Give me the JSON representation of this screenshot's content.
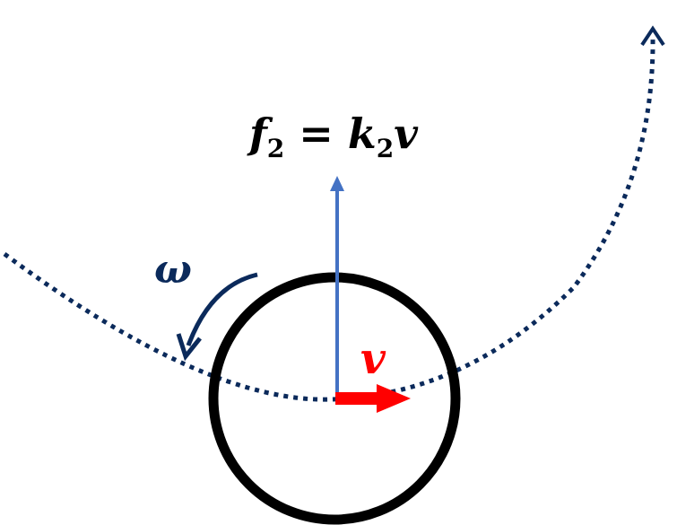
{
  "labels": {
    "force_symbol": "f",
    "force_subscript": "2",
    "equals": "=",
    "coefficient_symbol": "k",
    "coefficient_subscript": "2",
    "velocity_in_formula": "v",
    "velocity": "v",
    "angular_velocity": "ω"
  },
  "colors": {
    "path": "#0b2a5b",
    "rotation_arrow": "#0b2a5b",
    "force_arrow": "#4472c4",
    "velocity_arrow": "#ff0000",
    "wheel": "#000000",
    "formula_text": "#000000",
    "omega_text": "#0b2a5b",
    "velocity_text": "#ff0000"
  }
}
